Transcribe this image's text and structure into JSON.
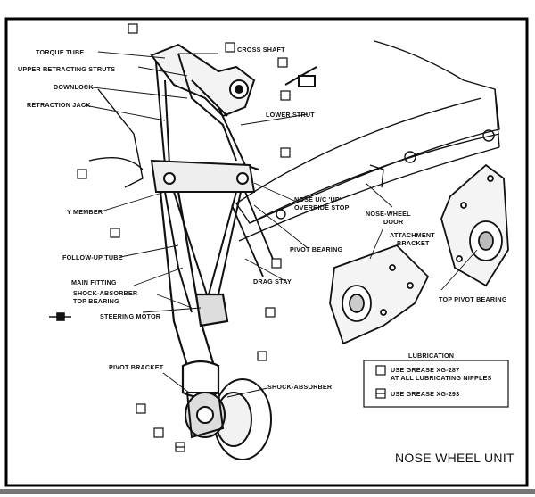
{
  "title": "NOSE WHEEL UNIT",
  "labels": {
    "torque_tube": "TORQUE TUBE",
    "cross_shaft": "CROSS SHAFT",
    "upper_retracting_struts": "UPPER RETRACTING STRUTS",
    "downlock": "DOWNLOCK",
    "retraction_jack": "RETRACTION JACK",
    "lower_strut": "LOWER STRUT",
    "y_member": "Y MEMBER",
    "nose_override_line1": "NOSE U/C 'UP'",
    "nose_override_line2": "OVERRIDE STOP",
    "nose_wheel_door_line1": "NOSE-WHEEL",
    "nose_wheel_door_line2": "DOOR",
    "attachment_bracket_line1": "ATTACHMENT",
    "attachment_bracket_line2": "BRACKET",
    "follow_up_tube": "FOLLOW-UP TUBE",
    "pivot_bearing": "PIVOT BEARING",
    "main_fitting": "MAIN FITTING",
    "drag_stay": "DRAG STAY",
    "top_pivot_bearing": "TOP PIVOT BEARING",
    "shock_absorber_top_line1": "SHOCK-ABSORBER",
    "shock_absorber_top_line2": "TOP BEARING",
    "steering_motor": "STEERING MOTOR",
    "pivot_bracket": "PIVOT BRACKET",
    "shock_absorber": "SHOCK-ABSORBER"
  },
  "lubrication": {
    "heading": "LUBRICATION",
    "item1_line1": "USE GREASE XG-287",
    "item1_line2": "AT ALL LUBRICATING NIPPLES",
    "item2": "USE GREASE XG-293"
  },
  "colors": {
    "ink": "#111111",
    "paper": "#ffffff",
    "frame": "#000000"
  }
}
